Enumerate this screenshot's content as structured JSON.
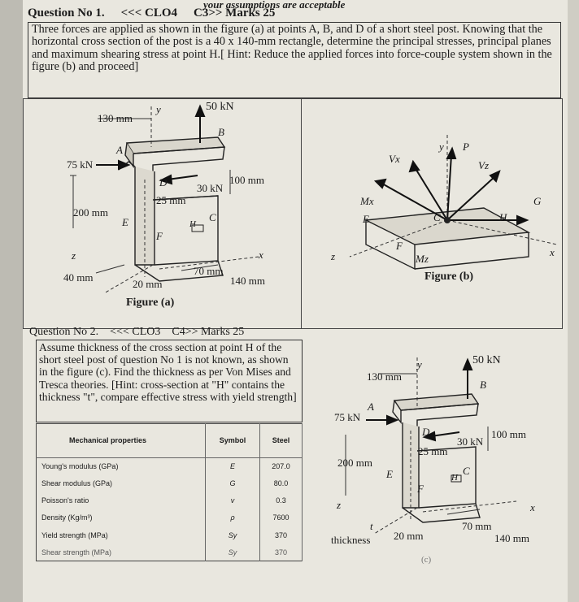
{
  "header_note": "your assumptions are acceptable",
  "question1": {
    "number": "Question No 1.",
    "clo": "<<< CLO4",
    "marks": "C3>> Marks 25",
    "text": "Three forces are applied as shown in the figure (a) at points A, B, and D of a short steel post. Knowing that the horizontal cross section of the post is a 40 x 140-mm rectangle, determine the principal stresses, principal planes and maximum shearing stress at point H.[ Hint: Reduce the applied forces into force-couple system shown in the figure (b) and proceed]"
  },
  "figure_a": {
    "caption": "Figure (a)",
    "labels": {
      "force_b": "50 kN",
      "dim_130": "130 mm",
      "point_b": "B",
      "point_a": "A",
      "force_a": "75 kN",
      "point_d": "D",
      "force_d": "30 kN",
      "dim_100": "100 mm",
      "dim_25": "25 mm",
      "dim_200": "200 mm",
      "point_e": "E",
      "point_h": "H",
      "point_c": "C",
      "point_f": "F",
      "axis_y": "y",
      "axis_z": "z",
      "axis_x": "x",
      "dim_70": "70 mm",
      "dim_40": "40 mm",
      "dim_20": "20 mm",
      "dim_140": "140 mm"
    }
  },
  "figure_b": {
    "caption": "Figure (b)",
    "labels": {
      "vx": "Vx",
      "vz": "Vz",
      "p": "P",
      "axis_y": "y",
      "mx": "Mx",
      "point_e": "E",
      "point_f": "F",
      "mz": "Mz",
      "point_c": "C",
      "point_h": "H",
      "point_g": "G",
      "axis_z": "z",
      "axis_x": "x"
    }
  },
  "question2": {
    "number": "Question No 2.",
    "clo": "<<< CLO3",
    "marks": "C4>> Marks 25",
    "text": "Assume thickness of the cross section at point H of the short steel post of question No 1 is not known, as shown in the figure (c). Find the thickness as per Von Mises and Tresca theories. [Hint: cross-section at \"H\" contains the thickness \"t\", compare effective stress with yield strength]"
  },
  "properties_table": {
    "headers": [
      "Mechanical properties",
      "Symbol",
      "Steel"
    ],
    "rows": [
      [
        "Young's modulus (GPa)",
        "E",
        "207.0"
      ],
      [
        "Shear modulus (GPa)",
        "G",
        "80.0"
      ],
      [
        "Poisson's ratio",
        "v",
        "0.3"
      ],
      [
        "Density (Kg/m³)",
        "ρ",
        "7600"
      ],
      [
        "Yield strength (MPa)",
        "Sy",
        "370"
      ],
      [
        "Shear strength (MPa)",
        "Sy",
        "370"
      ]
    ]
  },
  "figure_c": {
    "caption": "(c)",
    "labels": {
      "force_b": "50 kN",
      "dim_130": "130 mm",
      "point_b": "B",
      "point_a": "A",
      "force_a": "75 kN",
      "point_d": "D",
      "force_d": "30 kN",
      "dim_100": "100 mm",
      "dim_25": "25 mm",
      "dim_200": "200 mm",
      "point_e": "E",
      "point_h": "H",
      "point_c": "C",
      "point_f": "F",
      "axis_y": "y",
      "axis_z": "z",
      "axis_x": "x",
      "thickness": "thickness",
      "t": "t",
      "dim_70": "70 mm",
      "dim_20": "20 mm",
      "dim_140": "140 mm"
    }
  }
}
